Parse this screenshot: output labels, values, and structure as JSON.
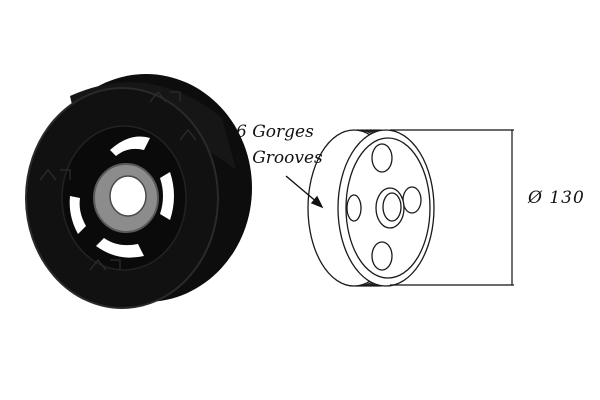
{
  "labels": {
    "grooves_fr": "6 Gorges",
    "grooves_en": "6 Grooves",
    "diameter": "Ø 130"
  },
  "colors": {
    "pulley_body": "#0d0d0d",
    "pulley_hub": "#8c8c8c",
    "line_art": "#1a1a1a"
  }
}
